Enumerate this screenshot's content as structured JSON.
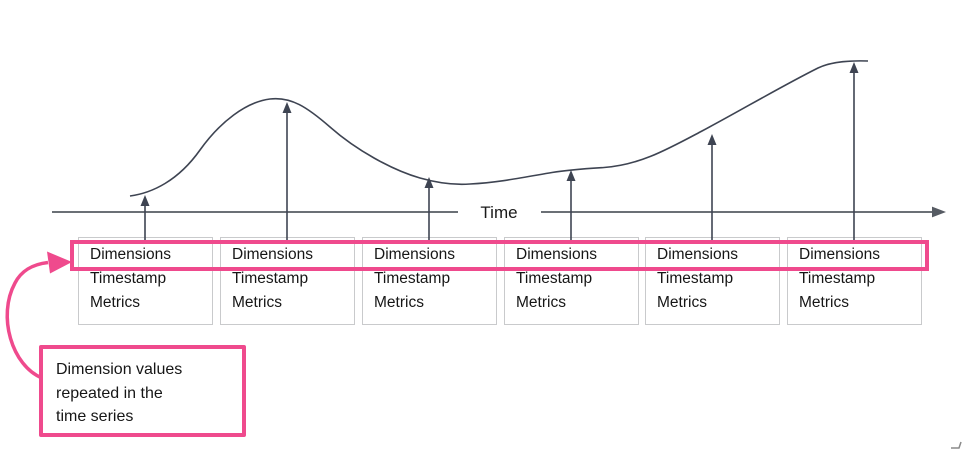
{
  "diagram": {
    "title_hint": "time series records diagram",
    "time_axis": {
      "label": "Time"
    },
    "record_box": {
      "lines": [
        "Dimensions",
        "Timestamp",
        "Metrics"
      ],
      "count": 6
    },
    "callout": {
      "lines": [
        "Dimension values",
        "repeated in the",
        "time series"
      ]
    },
    "colors": {
      "accent_pink": "#ef4a8d",
      "curve_dark": "#3e4452",
      "axis_gray": "#565b63",
      "box_border_gray": "#c9cacc",
      "text_dark": "#161616",
      "background": "#ffffff"
    }
  }
}
